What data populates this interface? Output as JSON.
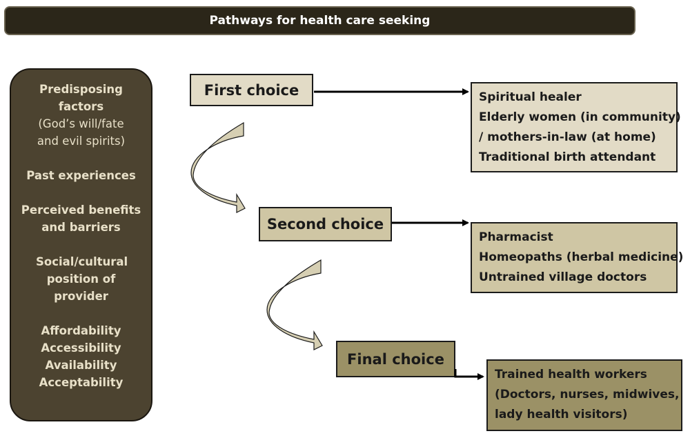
{
  "title": "Pathways for health care seeking",
  "factors": [
    {
      "label": "Predisposing factors",
      "sub": "(God’s will/fate and evil spirits)"
    },
    {
      "label": "Past experiences"
    },
    {
      "label": "Perceived benefits and barriers"
    },
    {
      "label": "Social/cultural position of provider"
    },
    {
      "label": "Affordability Accessibility Availability Acceptability"
    }
  ],
  "choices": {
    "first": {
      "label": "First choice",
      "fill": "#e2dbc6",
      "provider_fill": "#e2dbc6",
      "providers": [
        "Spiritual healer",
        "Elderly women (in community)",
        "/ mothers-in-law (at home)",
        "Traditional birth attendant"
      ]
    },
    "second": {
      "label": "Second choice",
      "fill": "#cfc6a4",
      "provider_fill": "#cfc6a4",
      "providers": [
        "Pharmacist",
        "Homeopaths (herbal medicine)",
        "Untrained village doctors"
      ]
    },
    "final": {
      "label": "Final choice",
      "fill": "#9b9166",
      "provider_fill": "#9b9166",
      "providers": [
        "Trained health workers",
        "(Doctors, nurses, midwives,",
        "lady health visitors)"
      ]
    }
  },
  "colors": {
    "title_bg": "#2b2619",
    "factors_bg": "#4c4330",
    "curved_arrow_fill": "#d6cfb3"
  }
}
